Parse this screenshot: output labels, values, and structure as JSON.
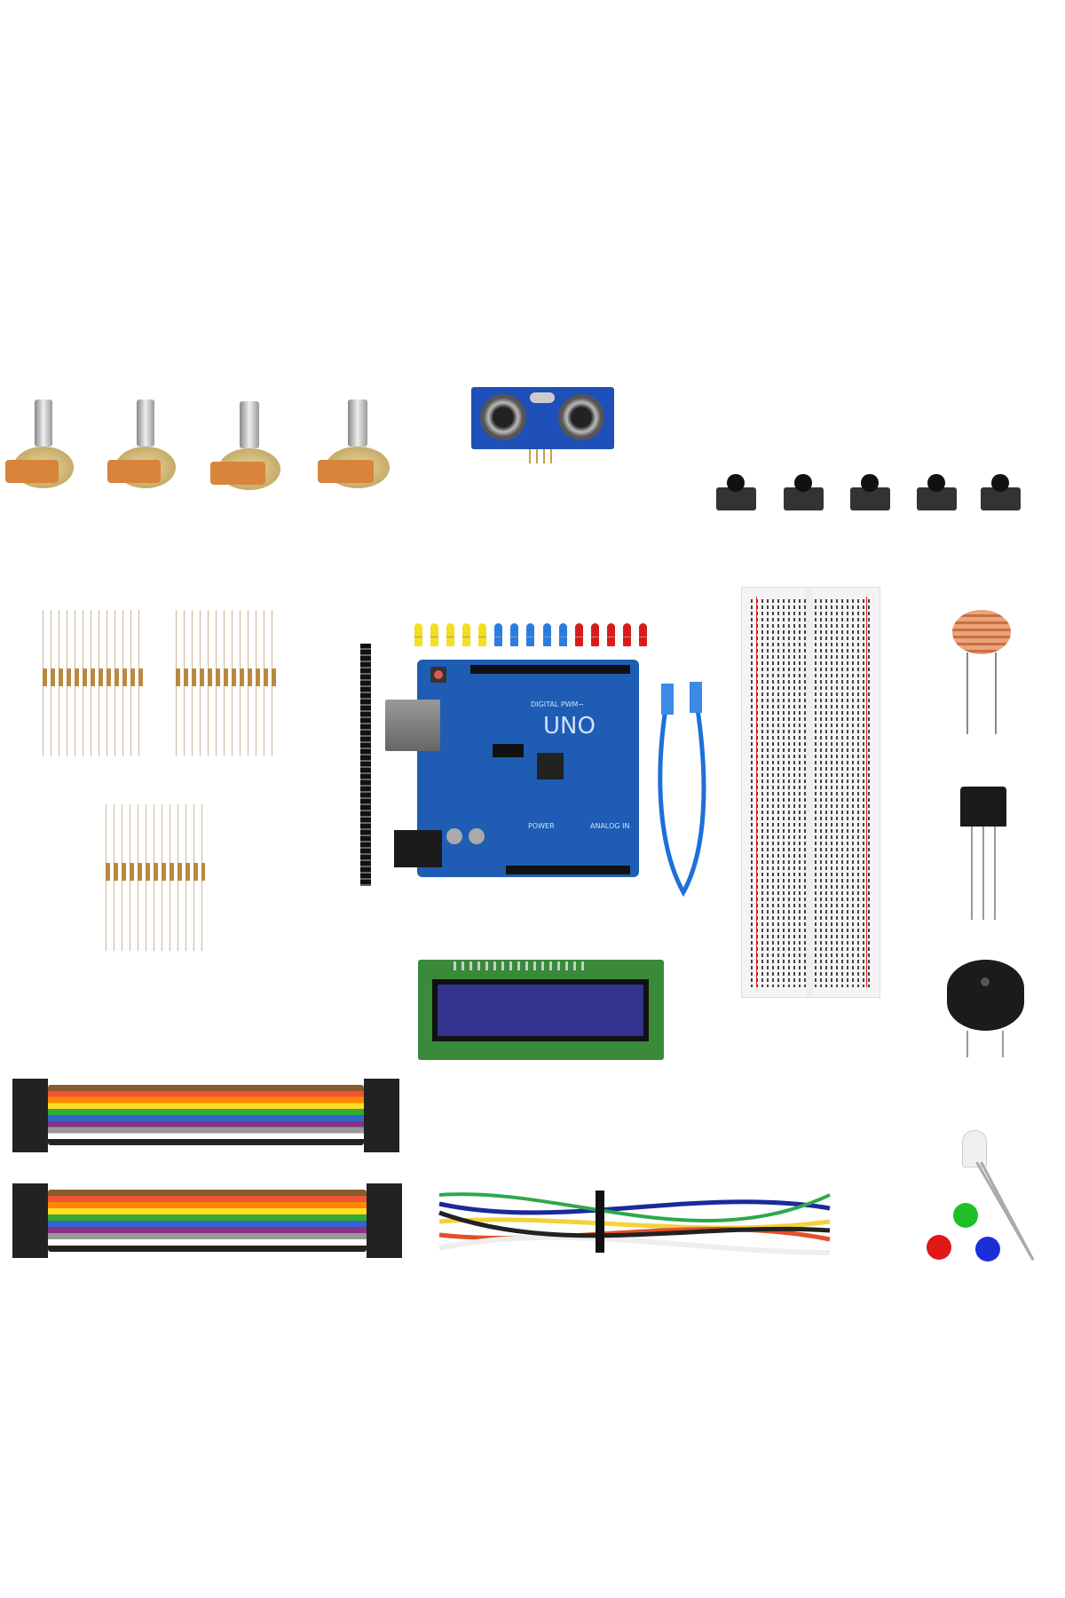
{
  "arduino_board": {
    "model_label": "UNO",
    "digital_label": "DIGITAL PWM~",
    "power_label": "POWER",
    "analog_label": "ANALOG IN"
  },
  "led_colors": [
    "#f2e01c",
    "#f2e01c",
    "#f2e01c",
    "#f2e01c",
    "#f2e01c",
    "#2a7de0",
    "#2a7de0",
    "#2a7de0",
    "#2a7de0",
    "#2a7de0",
    "#d81c1c",
    "#d81c1c",
    "#d81c1c",
    "#d81c1c",
    "#d81c1c"
  ],
  "rgb_dots": [
    "#1fbf2a",
    "#e01818",
    "#1a2fd8"
  ]
}
